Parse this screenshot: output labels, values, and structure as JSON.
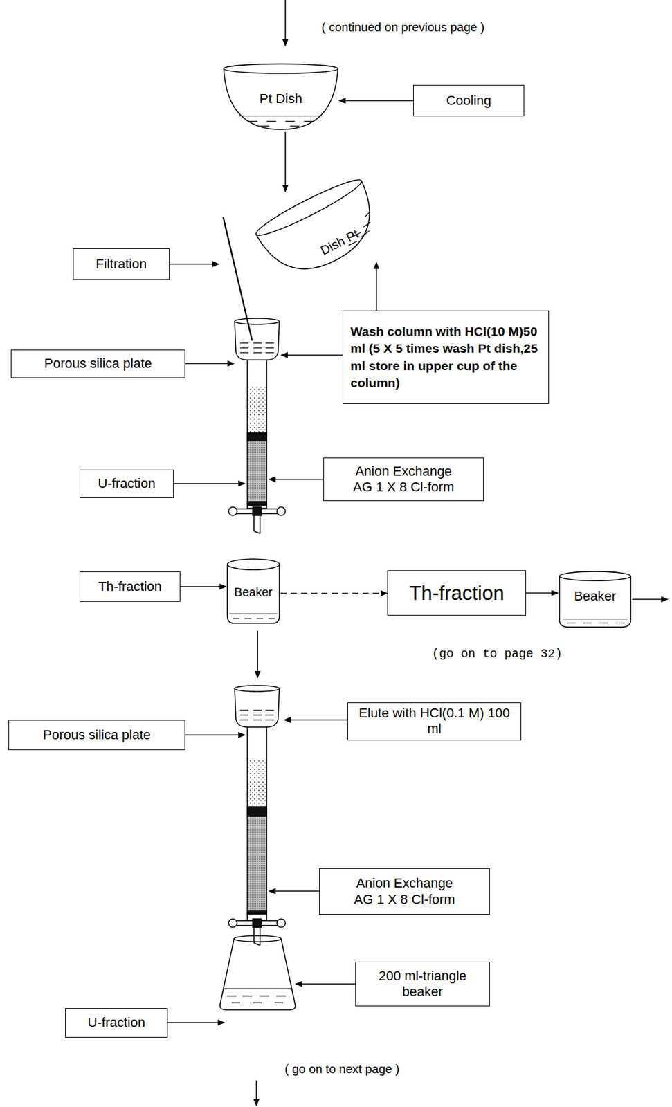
{
  "diagram": {
    "nodes": [
      {
        "text": [
          "Pt Dish"
        ]
      },
      {
        "text": [
          "Cooling"
        ]
      },
      {
        "text": [
          "Filtration"
        ]
      },
      {
        "text": [
          "Dish Pt"
        ]
      },
      {
        "text": [
          "Wash column with HCl(10 M)50 ml (5 X 5 times wash Pt dish,25 ml store in upper cup of the column)"
        ]
      },
      {
        "text": [
          "Porous silica plate"
        ]
      },
      {
        "text": [
          "U-fraction"
        ]
      },
      {
        "text": [
          "Anion Exchange AG 1 X 8 Cl-form"
        ]
      },
      {
        "text": [
          "Th-fraction"
        ]
      },
      {
        "text": [
          "Beaker"
        ]
      },
      {
        "text": [
          "Th-fraction"
        ]
      },
      {
        "text": [
          "Beaker"
        ]
      },
      {
        "text": [
          "Elute with HCl(0.1 M) 100 ml"
        ]
      },
      {
        "text": [
          "Porous silica plate"
        ]
      },
      {
        "text": [
          "Anion Exchange AG 1 X 8 Cl-form"
        ]
      },
      {
        "text": [
          "200 ml-triangle beaker"
        ]
      },
      {
        "text": [
          "U-fraction"
        ]
      }
    ],
    "edges": [
      {
        "from": 1,
        "to": 0,
        "arrow": "to"
      },
      {
        "from": 4,
        "to": 3,
        "arrow": "to"
      },
      {
        "from": 8,
        "to": 9,
        "arrow": "to"
      },
      {
        "from": 9,
        "to": 10,
        "arrow": "to"
      },
      {
        "from": 10,
        "to": 11,
        "arrow": "to"
      }
    ],
    "labels": [
      "( continued on  previous page )",
      "(go on to page 32)",
      "( go on to next page )"
    ]
  }
}
